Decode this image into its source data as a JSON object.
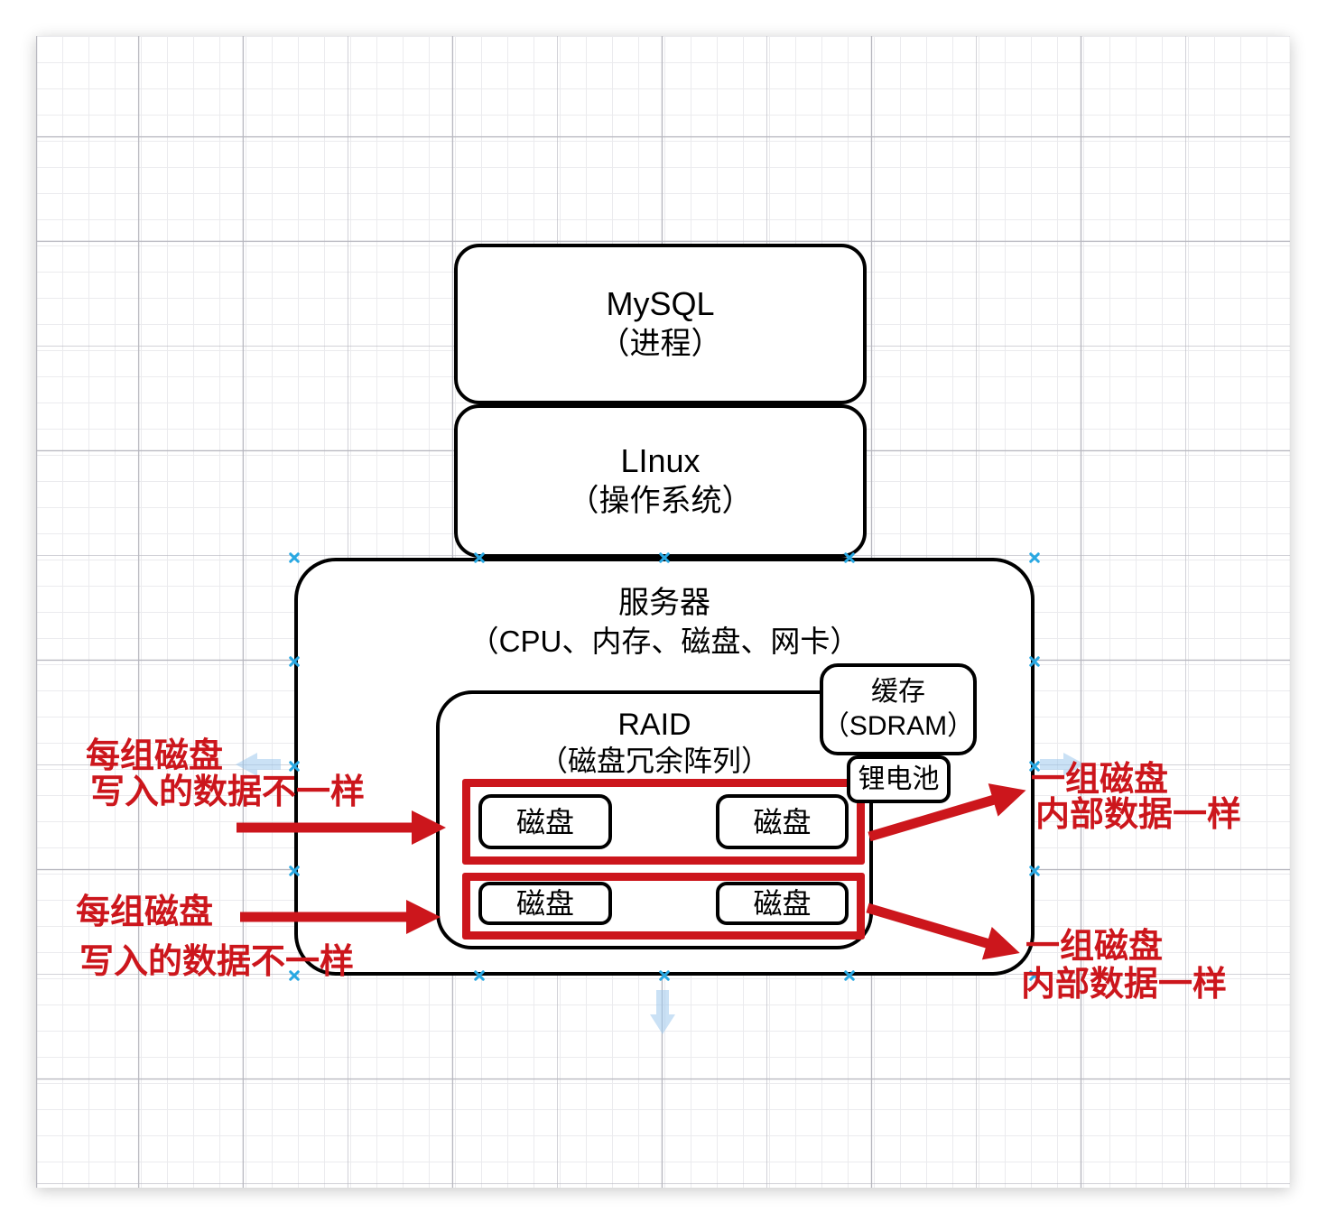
{
  "diagram": {
    "stack": [
      {
        "title": "MySQL",
        "subtitle": "（进程）"
      },
      {
        "title": "LInux",
        "subtitle": "（操作系统）"
      }
    ],
    "server": {
      "title": "服务器",
      "subtitle": "（CPU、内存、磁盘、网卡）"
    },
    "raid": {
      "title": "RAID",
      "subtitle": "（磁盘冗余阵列）"
    },
    "cache": {
      "title": "缓存",
      "subtitle": "（SDRAM）"
    },
    "battery": {
      "label": "锂电池"
    },
    "disk_groups": [
      {
        "disks": [
          "磁盘",
          "磁盘"
        ]
      },
      {
        "disks": [
          "磁盘",
          "磁盘"
        ]
      }
    ],
    "annotations": {
      "left_top": {
        "line1": "每组磁盘",
        "line2": "写入的数据不一样"
      },
      "left_bottom": {
        "line1": "每组磁盘",
        "line2": "写入的数据不一样"
      },
      "right_top": {
        "line1": "一组磁盘",
        "line2": "内部数据一样"
      },
      "right_bottom": {
        "line1": "一组磁盘",
        "line2": "内部数据一样"
      }
    },
    "colors": {
      "annotation_red": "#cc161c",
      "selection_blue": "#29a8e2",
      "hint_arrow_blue": "#9ec9ec",
      "stroke_black": "#000000"
    }
  }
}
